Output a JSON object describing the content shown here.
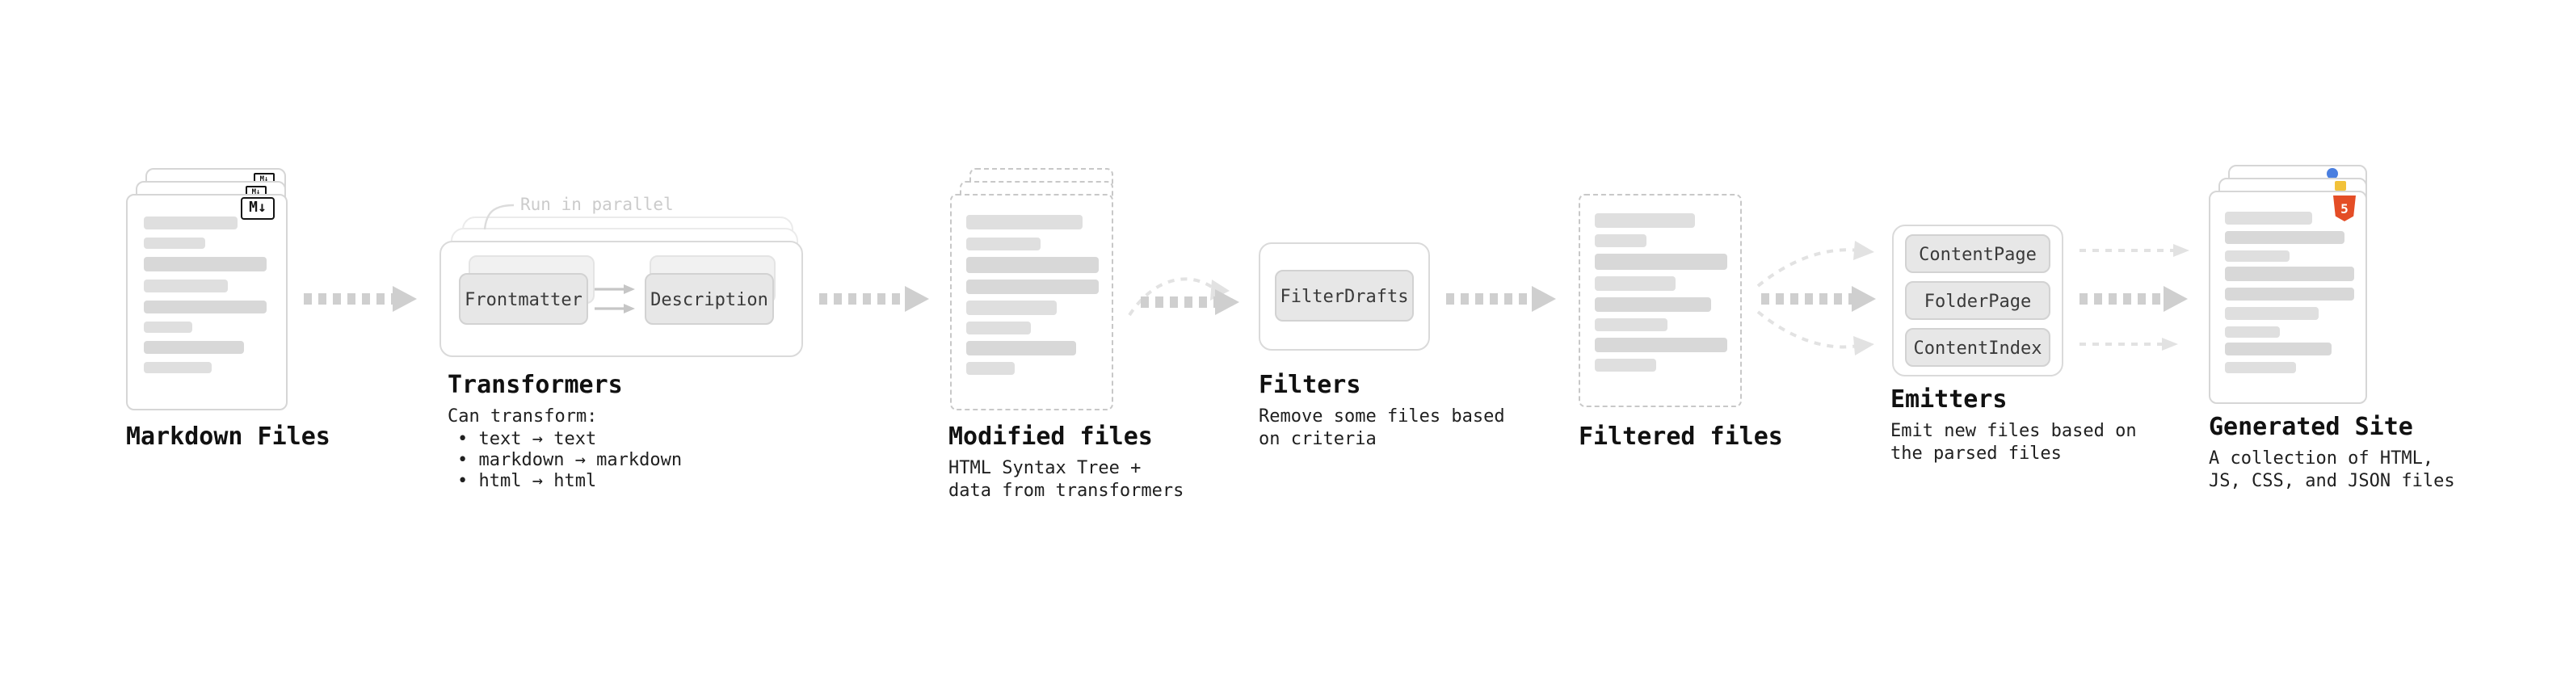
{
  "colors": {
    "arrow_bold": "#cfcfcf",
    "arrow_light": "#e2e2e2",
    "doc_border": "#d6d6d6",
    "dashed_border": "#c8c8c8",
    "bar_fill": "#dfdfdf",
    "button_bg": "#e7e7e7",
    "panel_border": "#dadada",
    "text": "#1a1a1a",
    "muted": "#cbcbcb",
    "html5_orange": "#e44d26",
    "badge_blue": "#4a7fe0",
    "badge_yellow": "#f2c23a"
  },
  "markdown_files": {
    "label": "Markdown Files",
    "badge": "M↓"
  },
  "transformers": {
    "annotation": "Run in parallel",
    "buttons": [
      "Frontmatter",
      "Description"
    ],
    "label": "Transformers",
    "caption_title": "Can transform:",
    "bullets": [
      "• text → text",
      "• markdown → markdown",
      "• html → html"
    ]
  },
  "modified_files": {
    "label": "Modified files",
    "description": "HTML Syntax Tree +\ndata from transformers"
  },
  "filters": {
    "button": "FilterDrafts",
    "label": "Filters",
    "description": "Remove some files based\non criteria"
  },
  "filtered_files": {
    "label": "Filtered files"
  },
  "emitters": {
    "buttons": [
      "ContentPage",
      "FolderPage",
      "ContentIndex"
    ],
    "label": "Emitters",
    "description": "Emit new files based on\nthe parsed files"
  },
  "generated_site": {
    "label": "Generated Site",
    "badge": "5",
    "description": "A collection of HTML,\nJS, CSS, and JSON files"
  }
}
